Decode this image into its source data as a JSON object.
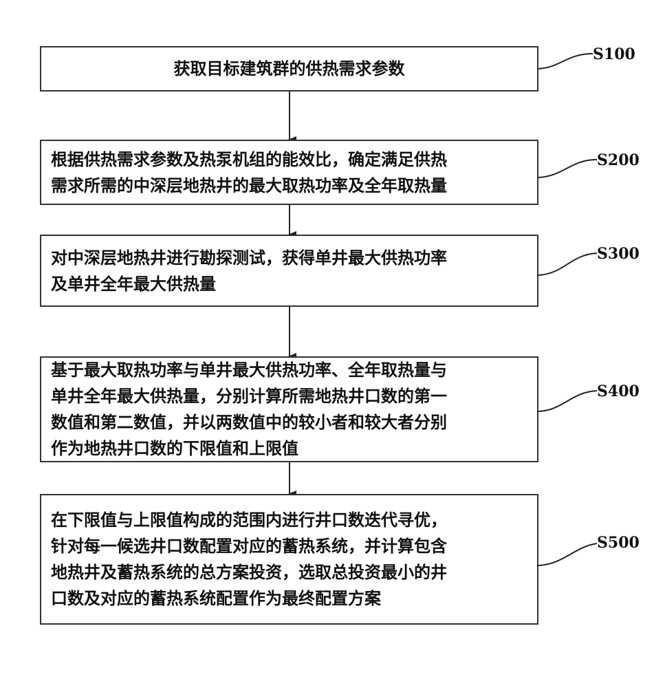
{
  "steps": [
    {
      "id": "S100",
      "lines": [
        "获取目标建筑群的供热需求参数"
      ]
    },
    {
      "id": "S200",
      "lines": [
        "根据供热需求参数及热泵机组的能效比，确定满足供热",
        "需求所需的中深层地热井的最大取热功率及全年取热量"
      ]
    },
    {
      "id": "S300",
      "lines": [
        "对中深层地热井进行勘探测试，获得单井最大供热功率",
        "及单井全年最大供热量"
      ]
    },
    {
      "id": "S400",
      "lines": [
        "基于最大取热功率与单井最大供热功率、全年取热量与",
        "单井全年最大供热量，分别计算所需地热井口数的第一",
        "数值和第二数值，并以两数值中的较小者和较大者分别",
        "作为地热井口数的下限值和上限值"
      ]
    },
    {
      "id": "S500",
      "lines": [
        "在下限值与上限值构成的范围内进行井口数迭代寻优，",
        "针对每一候选井口数配置对应的蓄热系统，并计算包含",
        "地热井及蓄热系统的总方案投资，选取总投资最小的井",
        "口数及对应的蓄热系统配置作为最终配置方案"
      ]
    }
  ]
}
